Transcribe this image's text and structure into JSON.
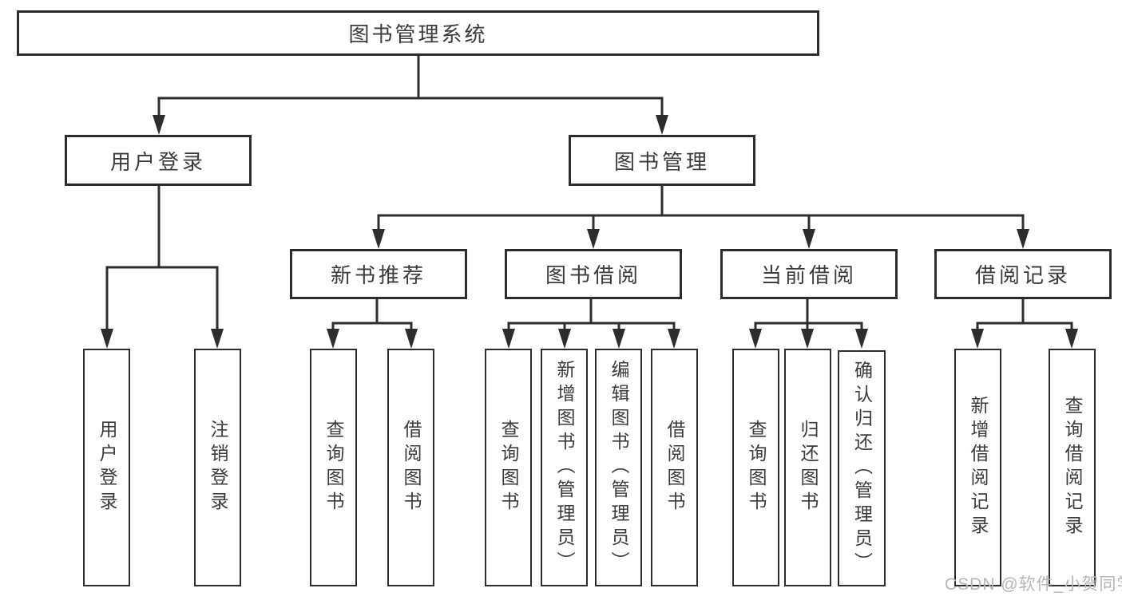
{
  "tree": {
    "root": {
      "label": "图书管理系统"
    },
    "branches": [
      {
        "label": "用户登录",
        "children": [
          {
            "label": "用户登录"
          },
          {
            "label": "注销登录"
          }
        ]
      },
      {
        "label": "图书管理",
        "children": [
          {
            "label": "新书推荐",
            "children": [
              {
                "label": "查询图书"
              },
              {
                "label": "借阅图书"
              }
            ]
          },
          {
            "label": "图书借阅",
            "children": [
              {
                "label": "查询图书"
              },
              {
                "label": "新增图书（管理员）"
              },
              {
                "label": "编辑图书（管理员）"
              },
              {
                "label": "借阅图书"
              }
            ]
          },
          {
            "label": "当前借阅",
            "children": [
              {
                "label": "查询图书"
              },
              {
                "label": "归还图书"
              },
              {
                "label": "确认归还（管理员）"
              }
            ]
          },
          {
            "label": "借阅记录",
            "children": [
              {
                "label": "新增借阅记录"
              },
              {
                "label": "查询借阅记录"
              }
            ]
          }
        ]
      }
    ]
  },
  "watermark": "CSDN @软件_小贺同学",
  "colors": {
    "line": "#2d2d2d",
    "text": "#3b3b3b",
    "watermark": "#b6b6b6",
    "background": "#ffffff"
  }
}
